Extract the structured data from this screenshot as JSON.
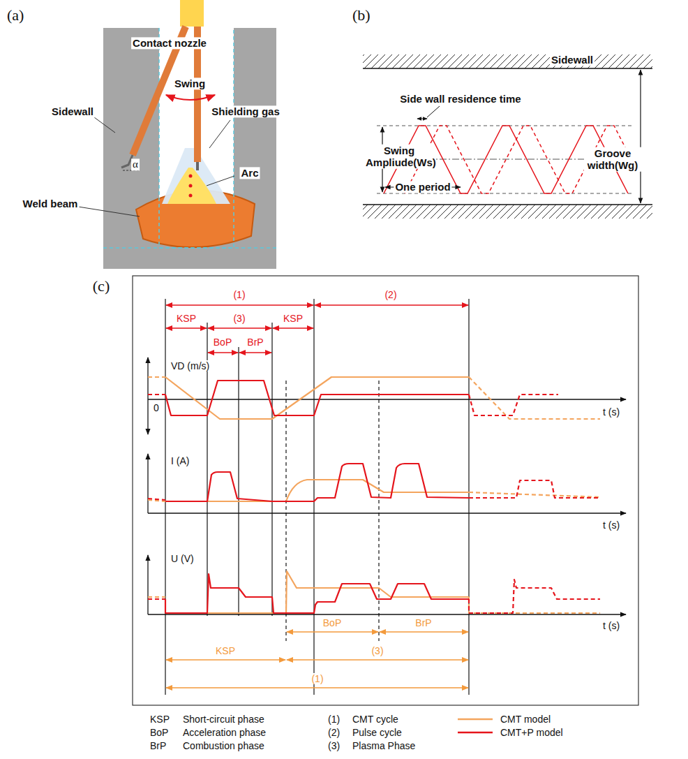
{
  "diagram": {
    "labels": [
      "(a)",
      "Contact nozzle",
      "Swing",
      "Sidewall",
      "Shielding gas",
      "α",
      "Arc",
      "Weld beam",
      "(b)",
      "Side wall residence time",
      "Sidewall",
      "Swing Ampliude(Ws)",
      "One period",
      "Groove width(Wg)",
      "(c)",
      "(1)",
      "(2)",
      "KSP",
      "(3)",
      "KSP",
      "BoP",
      "BrP",
      "VD (m/s)",
      "0",
      "t (s)",
      "I (A)",
      "t (s)",
      "U (V)",
      "t (s)",
      "BoP",
      "BrP",
      "KSP",
      "(3)",
      "(1)",
      "KSP",
      "Short-circuit phase",
      "BoP",
      "Acceleration phase",
      "BrP",
      "Combustion phase",
      "(1)",
      "CMT cycle",
      "(2)",
      "Pulse cycle",
      "(3)",
      "Plasma Phase"
    ],
    "legend": [
      {
        "text": "CMT model"
      },
      {
        "text": "CMT+P model"
      }
    ]
  }
}
